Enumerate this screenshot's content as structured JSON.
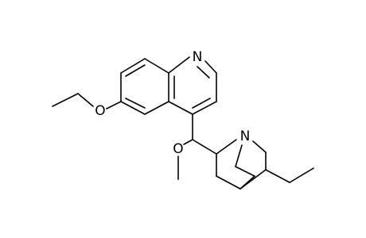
{
  "diagram": {
    "atoms": {
      "quinoline_n": "N",
      "ethoxy_o": "O",
      "methoxy_o": "O",
      "quinuclidine_n": "N"
    },
    "colors": {
      "bond": "#000000",
      "background": "#ffffff"
    }
  }
}
